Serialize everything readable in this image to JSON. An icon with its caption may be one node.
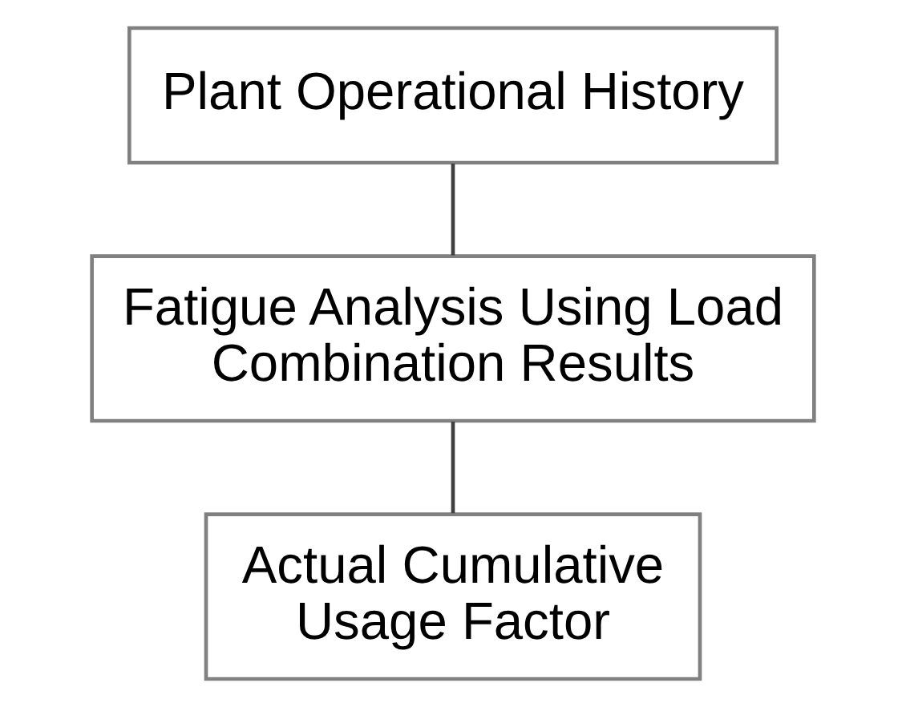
{
  "diagram": {
    "nodes": [
      {
        "text": [
          "Plant Operational History"
        ]
      },
      {
        "text": [
          "Fatigue Analysis Using Load Combination Results"
        ]
      },
      {
        "text": [
          "Actual Cumulative Usage Factor"
        ]
      }
    ],
    "edges": [
      {
        "from": 0,
        "to": 1,
        "arrow": "none"
      },
      {
        "from": 1,
        "to": 2,
        "arrow": "none"
      }
    ]
  }
}
